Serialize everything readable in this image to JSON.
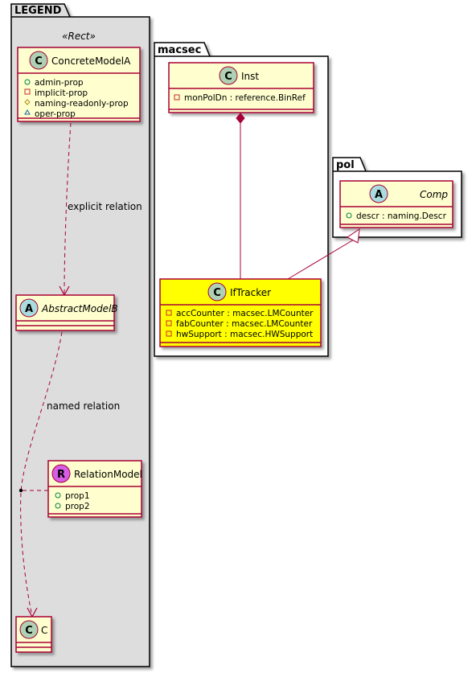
{
  "legend": {
    "title": "LEGEND",
    "stereotype": "«Rect»",
    "concrete": {
      "badge": "C",
      "name": "ConcreteModelA",
      "props": [
        {
          "vis": "+",
          "text": "admin-prop"
        },
        {
          "vis": "-",
          "text": "implicit-prop"
        },
        {
          "vis": "#",
          "text": "naming-readonly-prop"
        },
        {
          "vis": "~",
          "text": "oper-prop"
        }
      ]
    },
    "explicit_relation": "explicit relation",
    "abstract": {
      "badge": "A",
      "name": "AbstractModelB"
    },
    "named_relation": "named relation",
    "relation_model": {
      "badge": "R",
      "name": "RelationModel",
      "props": [
        {
          "vis": "+",
          "text": "prop1"
        },
        {
          "vis": "+",
          "text": "prop2"
        }
      ]
    },
    "c_class": {
      "badge": "C",
      "name": "C"
    }
  },
  "macsec": {
    "title": "macsec",
    "inst": {
      "badge": "C",
      "name": "Inst",
      "props": [
        {
          "vis": "-",
          "text": "monPolDn : reference.BinRef"
        }
      ]
    },
    "iftracker": {
      "badge": "C",
      "name": "IfTracker",
      "props": [
        {
          "vis": "-",
          "text": "accCounter : macsec.LMCounter"
        },
        {
          "vis": "-",
          "text": "fabCounter : macsec.LMCounter"
        },
        {
          "vis": "-",
          "text": "hwSupport : macsec.HWSupport"
        }
      ]
    }
  },
  "pol": {
    "title": "pol",
    "comp": {
      "badge": "A",
      "name": "Comp",
      "props": [
        {
          "vis": "+",
          "text": "descr : naming.Descr"
        }
      ]
    }
  },
  "colors": {
    "class_fill": "#FEFECE",
    "class_border": "#A80036",
    "highlight_fill": "#FFFF00",
    "legend_bg": "#DDDDDD",
    "badge_class": "#ADD1B2",
    "badge_abstract": "#A9DCDF",
    "badge_relation": "#D65DE6"
  }
}
